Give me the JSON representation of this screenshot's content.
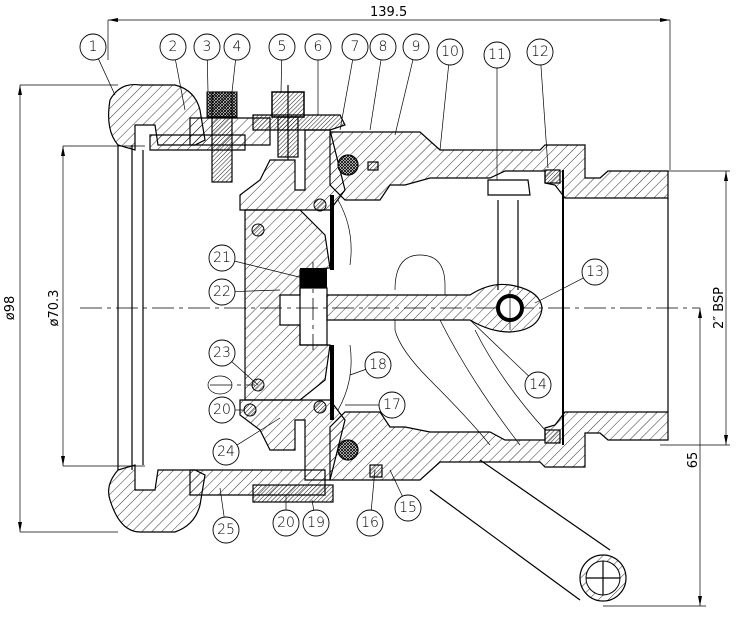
{
  "drawing": {
    "title": "Coupling cross-section assembly",
    "dimensions": {
      "overall_length": "139.5",
      "outer_diameter": "ø98",
      "inner_diameter": "ø70.3",
      "thread": "2″ BSP",
      "handle_offset": "65"
    },
    "part_labels": [
      "1",
      "2",
      "3",
      "4",
      "5",
      "6",
      "7",
      "8",
      "9",
      "10",
      "11",
      "12",
      "13",
      "14",
      "15",
      "16",
      "17",
      "18",
      "19",
      "20",
      "21",
      "22",
      "23",
      "24",
      "25"
    ],
    "extra_labels": {
      "label_20_upper": "20",
      "label_20_lower": "20"
    },
    "colors": {
      "ink": "#000000",
      "paper": "#ffffff"
    }
  }
}
